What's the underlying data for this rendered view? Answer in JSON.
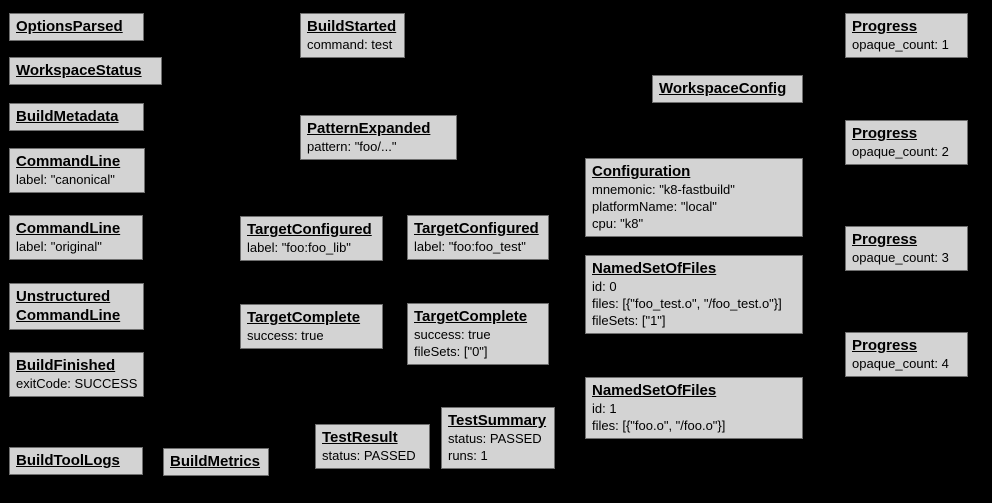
{
  "diagram": {
    "background_color": "#000000",
    "node_fill_color": "#d3d3d3",
    "node_border_color": "#6f6f6f",
    "node_text_color": "#000000",
    "nodes": [
      {
        "title": "OptionsParsed",
        "body": ""
      },
      {
        "title": "WorkspaceStatus",
        "body": ""
      },
      {
        "title": "BuildMetadata",
        "body": ""
      },
      {
        "title": "CommandLine",
        "body": "label: \"canonical\""
      },
      {
        "title": "CommandLine",
        "body": "label: \"original\""
      },
      {
        "title": "Unstructured\nCommandLine",
        "body": ""
      },
      {
        "title": "BuildFinished",
        "body": "exitCode: SUCCESS"
      },
      {
        "title": "BuildToolLogs",
        "body": ""
      },
      {
        "title": "BuildMetrics",
        "body": ""
      },
      {
        "title": "BuildStarted",
        "body": "command: test"
      },
      {
        "title": "PatternExpanded",
        "body": "pattern: \"foo/...\""
      },
      {
        "title": "TargetConfigured",
        "body": "label: \"foo:foo_lib\""
      },
      {
        "title": "TargetConfigured",
        "body": "label: \"foo:foo_test\""
      },
      {
        "title": "TargetComplete",
        "body": "success: true"
      },
      {
        "title": "TargetComplete",
        "body": "success: true\nfileSets: [\"0\"]"
      },
      {
        "title": "TestResult",
        "body": "status: PASSED"
      },
      {
        "title": "TestSummary",
        "body": "status: PASSED\nruns: 1"
      },
      {
        "title": "WorkspaceConfig",
        "body": ""
      },
      {
        "title": "Configuration",
        "body": "mnemonic: \"k8-fastbuild\"\nplatformName: \"local\"\ncpu: \"k8\""
      },
      {
        "title": "NamedSetOfFiles",
        "body": "id: 0\nfiles: [{\"foo_test.o\", \"/foo_test.o\"}]\nfileSets: [\"1\"]"
      },
      {
        "title": "NamedSetOfFiles",
        "body": "id: 1\nfiles: [{\"foo.o\", \"/foo.o\"}]"
      },
      {
        "title": "Progress",
        "body": "opaque_count: 1"
      },
      {
        "title": "Progress",
        "body": "opaque_count: 2"
      },
      {
        "title": "Progress",
        "body": "opaque_count: 3"
      },
      {
        "title": "Progress",
        "body": "opaque_count: 4"
      }
    ]
  }
}
